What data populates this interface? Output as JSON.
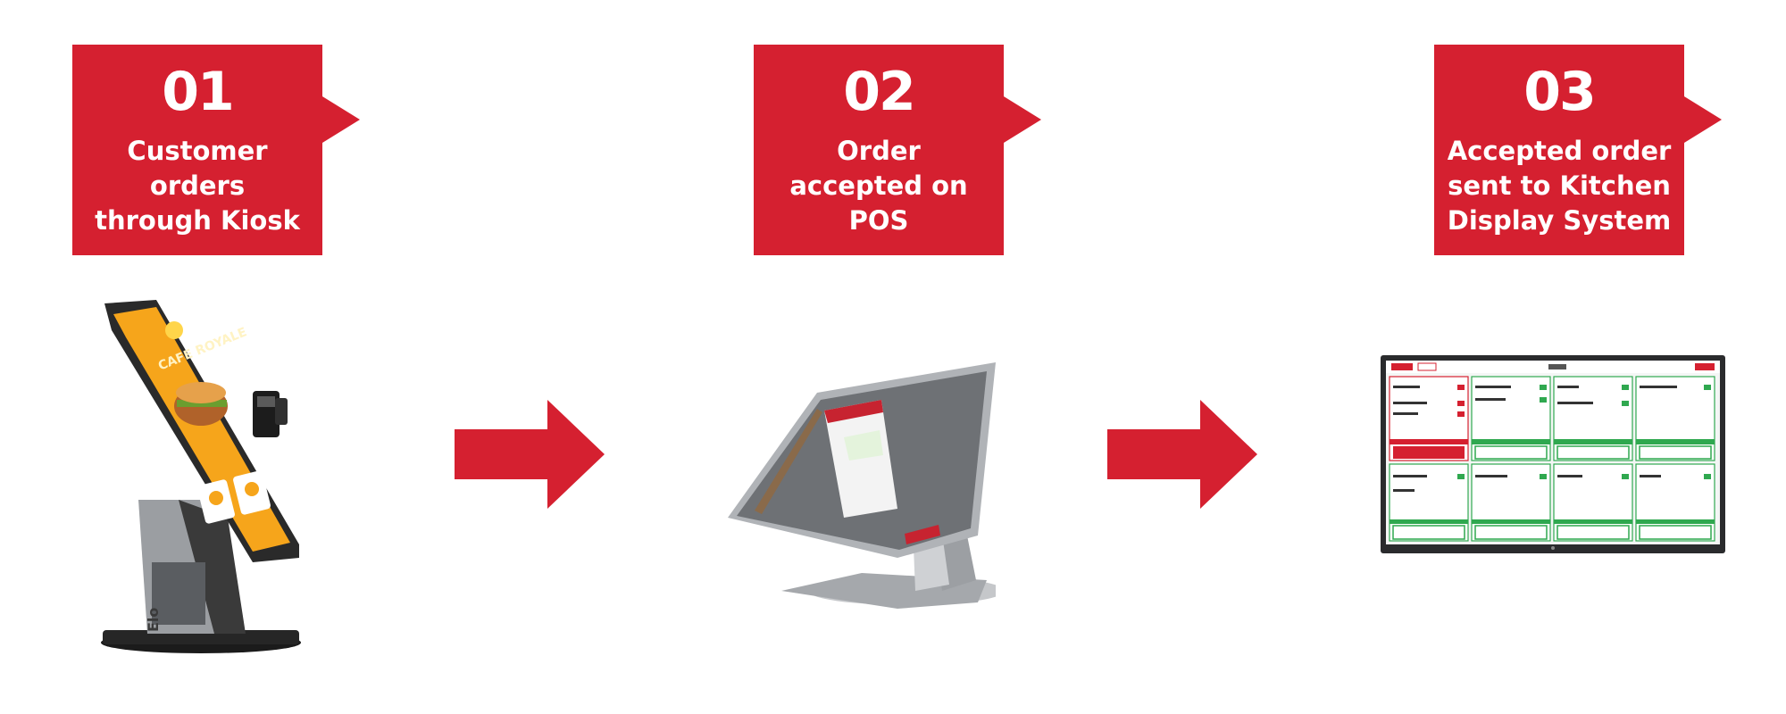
{
  "steps": [
    {
      "number": "01",
      "label_lines": [
        "Customer",
        "orders",
        "through Kiosk"
      ]
    },
    {
      "number": "02",
      "label_lines": [
        "Order",
        "accepted on",
        "POS"
      ]
    },
    {
      "number": "03",
      "label_lines": [
        "Accepted order",
        "sent to Kitchen",
        "Display System"
      ]
    }
  ],
  "colors": {
    "brand_red": "#d52030",
    "kds_green": "#2fa84f",
    "kiosk_orange": "#f5a21a",
    "device_gray": "#8a8d91"
  },
  "icons": [
    "arrow-right-icon",
    "kiosk-device-icon",
    "pos-terminal-icon",
    "kitchen-display-icon"
  ]
}
